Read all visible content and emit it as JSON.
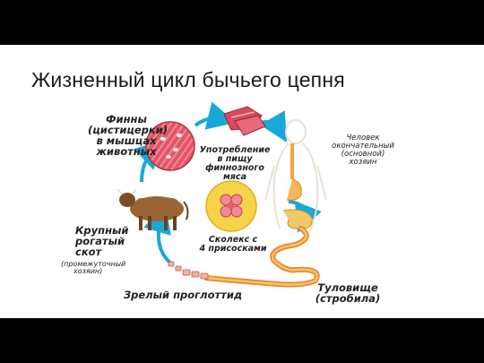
{
  "slide": {
    "title": "Жизненный цикл бычьего цепня"
  },
  "diagram": {
    "labels": {
      "finns": [
        "Финны",
        "(цистицерки)",
        "в мышцах",
        "животных"
      ],
      "eating": [
        "Употребление",
        "в пищу",
        "финнозного мяса"
      ],
      "human": [
        "Человек",
        "окончательный",
        "(основной)",
        "хозяин"
      ],
      "cattle": [
        "Крупный",
        "рогатый",
        "скот"
      ],
      "cattle_note": [
        "(промежуточный",
        "хозяин)"
      ],
      "scolex": [
        "Сколекс с",
        "4 присосками"
      ],
      "proglottid": "Зрелый проглоттид",
      "strobila": [
        "Туловище",
        "(стробила)"
      ]
    },
    "colors": {
      "arrow": "#1aa8d8",
      "muscle": "#d94a5c",
      "worm": "#f3a63a",
      "scolex_bg": "#f7d34a",
      "human_outline": "#e8e0d4",
      "cow": "#9a6434"
    }
  }
}
